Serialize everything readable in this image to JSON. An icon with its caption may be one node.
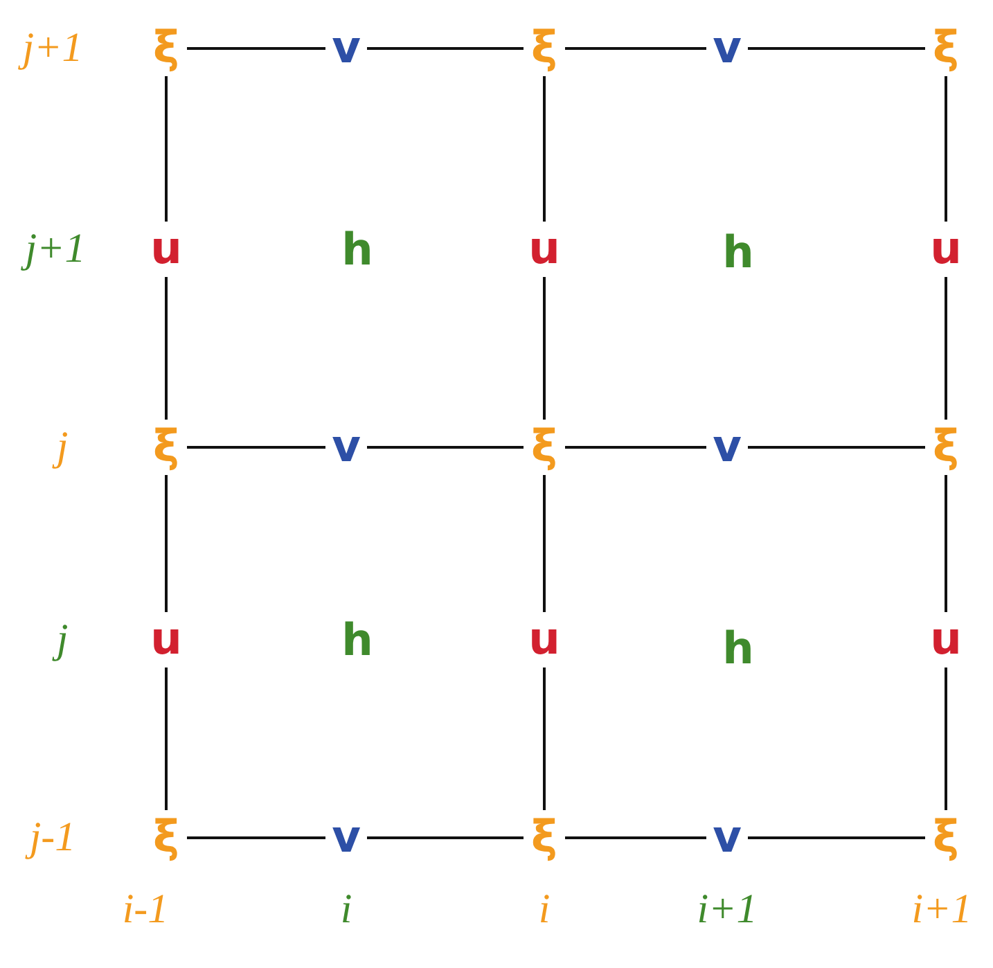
{
  "diagram": {
    "nodes": [
      {
        "text": [
          "ξ"
        ]
      },
      {
        "text": [
          "v"
        ]
      },
      {
        "text": [
          "ξ"
        ]
      },
      {
        "text": [
          "v"
        ]
      },
      {
        "text": [
          "ξ"
        ]
      },
      {
        "text": [
          "u"
        ]
      },
      {
        "text": [
          "u"
        ]
      },
      {
        "text": [
          "u"
        ]
      },
      {
        "text": [
          "ξ"
        ]
      },
      {
        "text": [
          "v"
        ]
      },
      {
        "text": [
          "ξ"
        ]
      },
      {
        "text": [
          "v"
        ]
      },
      {
        "text": [
          "ξ"
        ]
      },
      {
        "text": [
          "u"
        ]
      },
      {
        "text": [
          "u"
        ]
      },
      {
        "text": [
          "u"
        ]
      },
      {
        "text": [
          "ξ"
        ]
      },
      {
        "text": [
          "v"
        ]
      },
      {
        "text": [
          "ξ"
        ]
      },
      {
        "text": [
          "v"
        ]
      },
      {
        "text": [
          "ξ"
        ]
      }
    ],
    "edges": [
      {
        "from": 0,
        "to": 1,
        "arrow": "none"
      },
      {
        "from": 1,
        "to": 2,
        "arrow": "none"
      },
      {
        "from": 2,
        "to": 3,
        "arrow": "none"
      },
      {
        "from": 3,
        "to": 4,
        "arrow": "none"
      },
      {
        "from": 8,
        "to": 9,
        "arrow": "none"
      },
      {
        "from": 9,
        "to": 10,
        "arrow": "none"
      },
      {
        "from": 10,
        "to": 11,
        "arrow": "none"
      },
      {
        "from": 11,
        "to": 12,
        "arrow": "none"
      },
      {
        "from": 16,
        "to": 17,
        "arrow": "none"
      },
      {
        "from": 17,
        "to": 18,
        "arrow": "none"
      },
      {
        "from": 18,
        "to": 19,
        "arrow": "none"
      },
      {
        "from": 19,
        "to": 20,
        "arrow": "none"
      },
      {
        "from": 0,
        "to": 5,
        "arrow": "none"
      },
      {
        "from": 5,
        "to": 8,
        "arrow": "none"
      },
      {
        "from": 8,
        "to": 13,
        "arrow": "none"
      },
      {
        "from": 13,
        "to": 16,
        "arrow": "none"
      },
      {
        "from": 2,
        "to": 6,
        "arrow": "none"
      },
      {
        "from": 6,
        "to": 10,
        "arrow": "none"
      },
      {
        "from": 10,
        "to": 14,
        "arrow": "none"
      },
      {
        "from": 14,
        "to": 18,
        "arrow": "none"
      },
      {
        "from": 4,
        "to": 7,
        "arrow": "none"
      },
      {
        "from": 7,
        "to": 12,
        "arrow": "none"
      },
      {
        "from": 12,
        "to": 15,
        "arrow": "none"
      },
      {
        "from": 15,
        "to": 20,
        "arrow": "none"
      }
    ],
    "labels": [
      "j+1",
      "j+1",
      "h",
      "h",
      "j",
      "j",
      "h",
      "h",
      "j-1",
      "i-1",
      "i",
      "i",
      "i+1",
      "i+1"
    ]
  }
}
